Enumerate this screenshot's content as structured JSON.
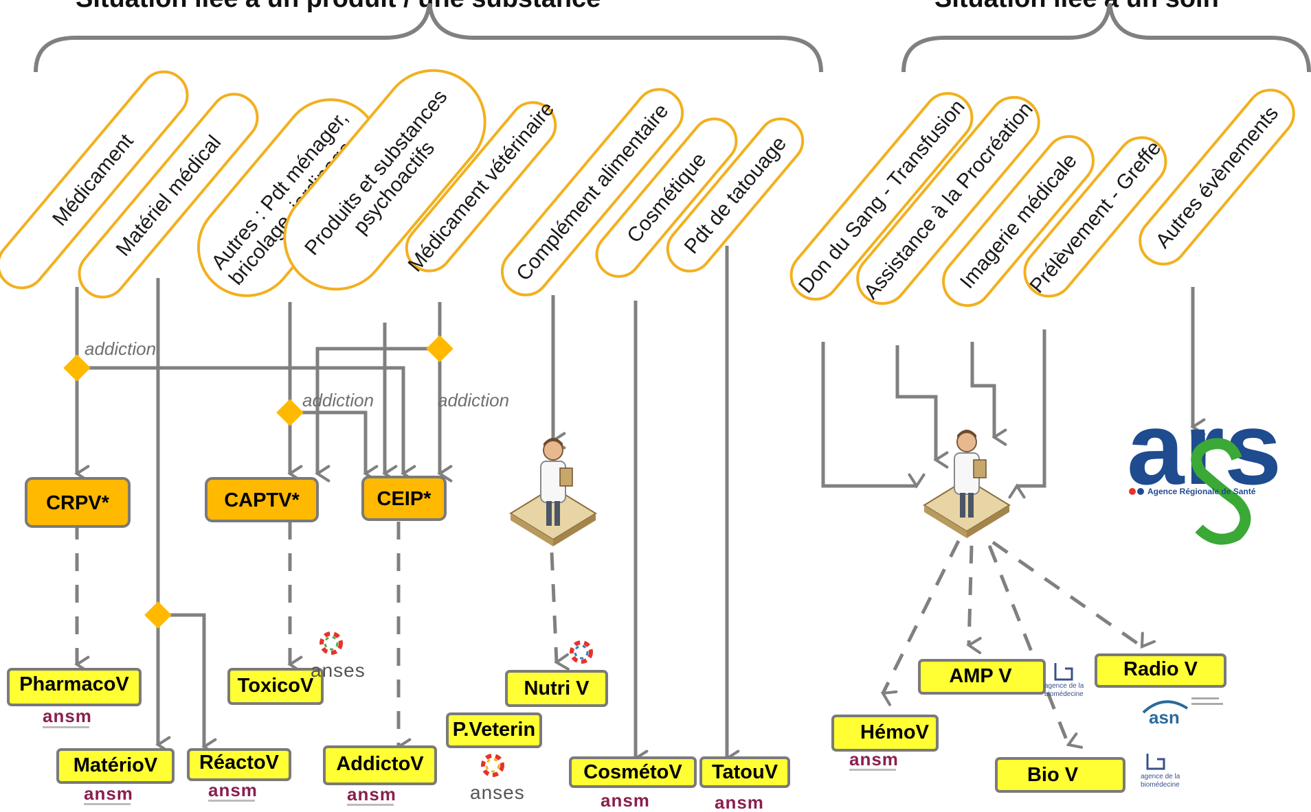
{
  "headings": {
    "product": "Situation liée à un produit / une substance",
    "care": "Situation liée à un soin"
  },
  "categories": [
    {
      "lines": [
        "Médicament"
      ]
    },
    {
      "lines": [
        "Matériel médical"
      ]
    },
    {
      "lines": [
        "Autres : Pdt ménager,",
        "bricolage, jardinage…"
      ]
    },
    {
      "lines": [
        "Produits et substances",
        "psychoactifs"
      ]
    },
    {
      "lines": [
        "Médicament vétérinaire"
      ]
    },
    {
      "lines": [
        "Complément alimentaire"
      ]
    },
    {
      "lines": [
        "Cosmétique"
      ]
    },
    {
      "lines": [
        "Pdt de tatouage"
      ]
    },
    {
      "lines": [
        "Don du Sang - Transfusion"
      ]
    },
    {
      "lines": [
        "Assistance à la Procréation"
      ]
    },
    {
      "lines": [
        "Imagerie médicale"
      ]
    },
    {
      "lines": [
        "Prélèvement - Greffe"
      ]
    },
    {
      "lines": [
        "Autres évènements"
      ]
    }
  ],
  "addiction_label": "addiction",
  "centres": {
    "crpv": "CRPV*",
    "captv": "CAPTV*",
    "ceip": "CEIP*"
  },
  "vigilances": {
    "pharmacov": "PharmacoV",
    "materiov": "MatérioV",
    "reactov": "RéactoV",
    "toxicov": "ToxicoV",
    "addictov": "AddictoV",
    "nutriv": "Nutri V",
    "pveterin": "P.Veterin",
    "cosmetov": "CosmétoV",
    "tatouv": "TatouV",
    "hemov": "HémoV",
    "ampv": "AMP V",
    "biov": "Bio V",
    "radiov": "Radio V"
  },
  "logos": {
    "ansm": "ansm",
    "anses": "anses",
    "ars": "ars",
    "ars_subtitle": "Agence Régionale de Santé",
    "asn": "asn",
    "abm_line1": "agence de la",
    "abm_line2": "biomédecine"
  },
  "colors": {
    "pill_border": "#f2b01e",
    "centre_fill": "#ffb900",
    "vigilance_fill": "#ffff33",
    "connector": "#808080",
    "ansm": "#8a1f4f",
    "ars": "#1f4b8f",
    "ars_s": "#3aa935"
  }
}
